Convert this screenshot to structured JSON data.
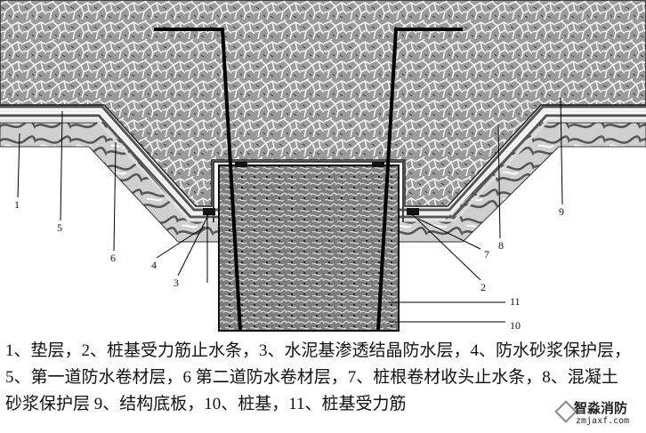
{
  "labels": [
    "1",
    "2",
    "3",
    "4",
    "5",
    "6",
    "7",
    "8",
    "9",
    "10",
    "11"
  ],
  "caption": {
    "line1": "1、垫层，2、桩基受力筋止水条，3、水泥基渗透结晶防水层，4、防水砂浆保护层，",
    "line2": "5、第一道防水卷材层，6 第二道防水卷材层，7、桩根卷材收头止水条，8、混凝土",
    "line3": "砂浆保护层 9、结构底板，10、桩基，11、桩基受力筋"
  },
  "watermark": {
    "name": "智淼消防",
    "url": "zmjaxf.com"
  }
}
